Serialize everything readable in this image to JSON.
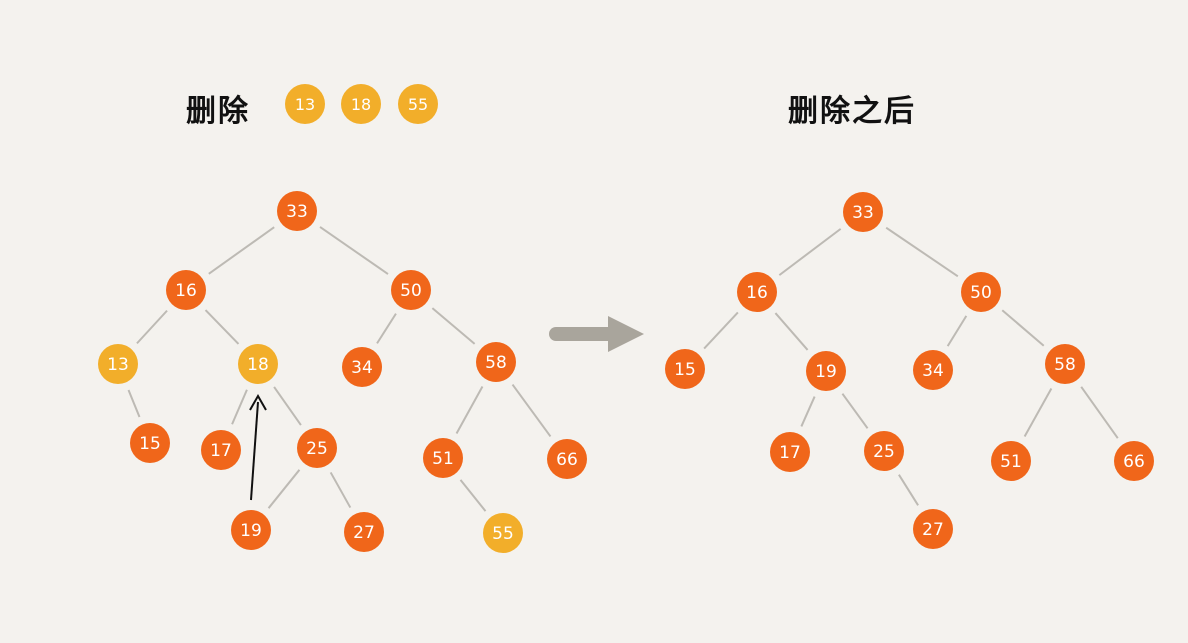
{
  "left_title": "删除",
  "deleted_keys": [
    "13",
    "18",
    "55"
  ],
  "right_title": "删除之后",
  "colors": {
    "orange": "#f0661a",
    "yellow": "#f2ae2a",
    "edge": "#bdbab4",
    "arrow": "#a9a59c",
    "pointer": "#111111"
  },
  "before_tree": {
    "nodes": [
      {
        "id": "33",
        "label": "33",
        "deleted": false
      },
      {
        "id": "16",
        "label": "16",
        "deleted": false
      },
      {
        "id": "50",
        "label": "50",
        "deleted": false
      },
      {
        "id": "13",
        "label": "13",
        "deleted": true
      },
      {
        "id": "18",
        "label": "18",
        "deleted": true
      },
      {
        "id": "34",
        "label": "34",
        "deleted": false
      },
      {
        "id": "58",
        "label": "58",
        "deleted": false
      },
      {
        "id": "15",
        "label": "15",
        "deleted": false
      },
      {
        "id": "17",
        "label": "17",
        "deleted": false
      },
      {
        "id": "25",
        "label": "25",
        "deleted": false
      },
      {
        "id": "51",
        "label": "51",
        "deleted": false
      },
      {
        "id": "66",
        "label": "66",
        "deleted": false
      },
      {
        "id": "19",
        "label": "19",
        "deleted": false
      },
      {
        "id": "27",
        "label": "27",
        "deleted": false
      },
      {
        "id": "55",
        "label": "55",
        "deleted": true
      }
    ],
    "edges": [
      [
        "33",
        "16"
      ],
      [
        "33",
        "50"
      ],
      [
        "16",
        "13"
      ],
      [
        "16",
        "18"
      ],
      [
        "50",
        "34"
      ],
      [
        "50",
        "58"
      ],
      [
        "13",
        "15"
      ],
      [
        "18",
        "17"
      ],
      [
        "18",
        "25"
      ],
      [
        "58",
        "51"
      ],
      [
        "58",
        "66"
      ],
      [
        "25",
        "19"
      ],
      [
        "25",
        "27"
      ],
      [
        "51",
        "55"
      ]
    ],
    "pointer": {
      "from": "19",
      "to": "18"
    }
  },
  "after_tree": {
    "nodes": [
      {
        "id": "33",
        "label": "33"
      },
      {
        "id": "16",
        "label": "16"
      },
      {
        "id": "50",
        "label": "50"
      },
      {
        "id": "15",
        "label": "15"
      },
      {
        "id": "19",
        "label": "19"
      },
      {
        "id": "34",
        "label": "34"
      },
      {
        "id": "58",
        "label": "58"
      },
      {
        "id": "17",
        "label": "17"
      },
      {
        "id": "25",
        "label": "25"
      },
      {
        "id": "51",
        "label": "51"
      },
      {
        "id": "66",
        "label": "66"
      },
      {
        "id": "27",
        "label": "27"
      }
    ],
    "edges": [
      [
        "33",
        "16"
      ],
      [
        "33",
        "50"
      ],
      [
        "16",
        "15"
      ],
      [
        "16",
        "19"
      ],
      [
        "50",
        "34"
      ],
      [
        "50",
        "58"
      ],
      [
        "19",
        "17"
      ],
      [
        "19",
        "25"
      ],
      [
        "58",
        "51"
      ],
      [
        "58",
        "66"
      ],
      [
        "25",
        "27"
      ]
    ]
  }
}
